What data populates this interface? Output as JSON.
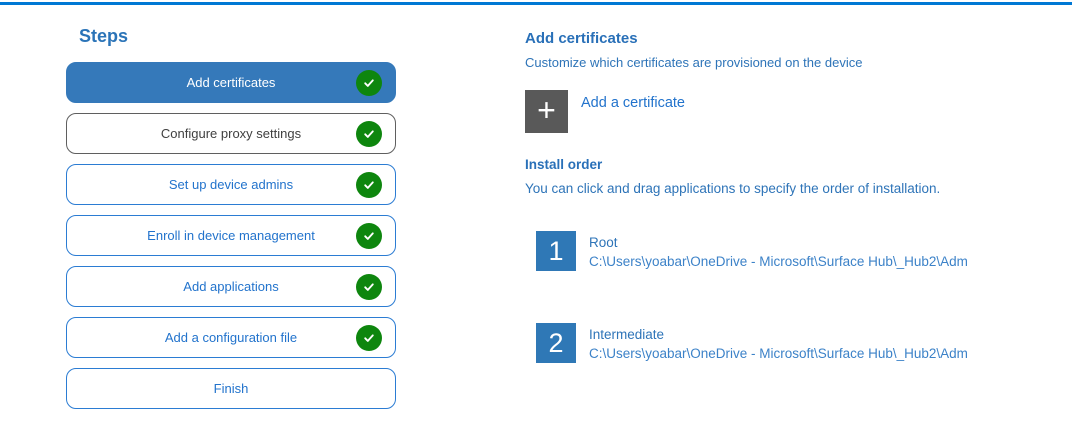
{
  "colors": {
    "top_accent": "#0078d4",
    "steps_title": "#2b74b8",
    "selected_fill": "#3579ba",
    "outline_border": "#2b7cd3",
    "outline_text": "#2273cc",
    "visited_border": "#5f5f5f",
    "visited_text": "#404040",
    "check_green": "#0e860e",
    "tile_gray": "#595959",
    "tile_blue": "#2f78b6",
    "heading_blue": "#2970b8",
    "body_blue": "#2e74b8",
    "path_blue": "#3c82c8"
  },
  "steps_panel": {
    "title": "Steps",
    "steps": [
      {
        "label": "Add certificates",
        "state": "selected",
        "completed": true
      },
      {
        "label": "Configure proxy settings",
        "state": "visited",
        "completed": true
      },
      {
        "label": "Set up device admins",
        "state": "normal",
        "completed": true
      },
      {
        "label": "Enroll in device management",
        "state": "normal",
        "completed": true
      },
      {
        "label": "Add applications",
        "state": "normal",
        "completed": true
      },
      {
        "label": "Add a configuration file",
        "state": "normal",
        "completed": true
      },
      {
        "label": "Finish",
        "state": "normal",
        "completed": false
      }
    ]
  },
  "content": {
    "section_title": "Add certificates",
    "section_subtitle": "Customize which certificates are provisioned on the device",
    "add_button": {
      "icon": "plus-icon",
      "glyph": "+",
      "label": "Add a certificate"
    },
    "install_order": {
      "title": "Install order",
      "description": "You can click and drag applications to specify the order of installation.",
      "items": [
        {
          "order": "1",
          "name": "Root",
          "path": "C:\\Users\\yoabar\\OneDrive - Microsoft\\Surface Hub\\_Hub2\\Adm"
        },
        {
          "order": "2",
          "name": "Intermediate",
          "path": "C:\\Users\\yoabar\\OneDrive - Microsoft\\Surface Hub\\_Hub2\\Adm"
        }
      ]
    }
  }
}
